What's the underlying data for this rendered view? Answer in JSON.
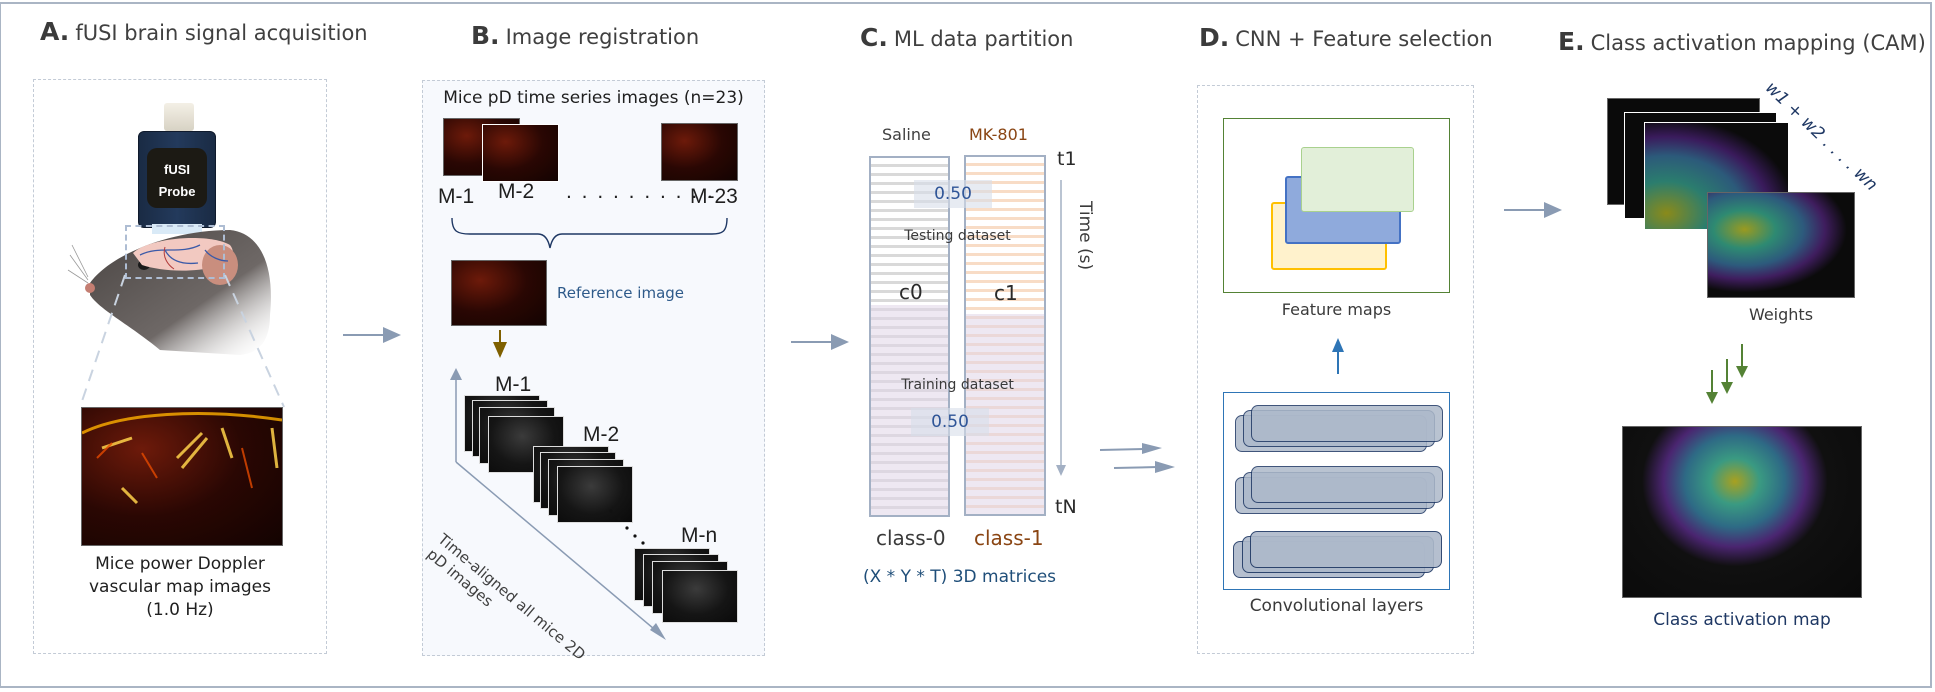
{
  "panels": {
    "a": {
      "letter": "A.",
      "title": "fUSI brain signal acquisition",
      "probe_label_line1": "fUSI",
      "probe_label_line2": "Probe",
      "caption_line1": "Mice power Doppler",
      "caption_line2": "vascular map images",
      "caption_line3": "(1.0 Hz)"
    },
    "b": {
      "letter": "B.",
      "title": "Image registration",
      "series_title": "Mice pD time series images (n=23)",
      "series_labels": [
        "M-1",
        "M-2",
        "M-23"
      ],
      "ellipsis": ". . . . . . . . . .",
      "reference_label": "Reference image",
      "stack_labels": [
        "M-1",
        "M-2",
        "M-n"
      ],
      "axis_label_line1": "Time-aligned all mice 2D",
      "axis_label_line2": "pD images"
    },
    "c": {
      "letter": "C.",
      "title": "ML data partition",
      "group_labels": [
        "Saline",
        "MK-801"
      ],
      "class_codes": [
        "c0",
        "c1"
      ],
      "class_labels": [
        "class-0",
        "class-1"
      ],
      "time_start": "t1",
      "time_end": "tN",
      "time_axis_label": "Time (s)",
      "testing_label": "Testing dataset",
      "training_label": "Training dataset",
      "testing_ratio": "0.50",
      "training_ratio": "0.50",
      "matrix_caption": "(X * Y * T) 3D matrices"
    },
    "d": {
      "letter": "D.",
      "title": "CNN + Feature selection",
      "feature_maps_label": "Feature maps",
      "conv_layers_label": "Convolutional layers"
    },
    "e": {
      "letter": "E.",
      "title": "Class activation mapping (CAM)",
      "weights_formula": "w1 + w2 . . . . wn",
      "weights_label": "Weights",
      "cam_label": "Class activation map"
    }
  },
  "colors": {
    "mk801": "#8a4513",
    "accent_blue": "#1f4e79",
    "arrow": "#8a9bb3",
    "green_arrow": "#548235",
    "feature_green": "#e2efd9",
    "feature_blue": "#8faadc",
    "feature_yellow": "#fff2cc"
  }
}
